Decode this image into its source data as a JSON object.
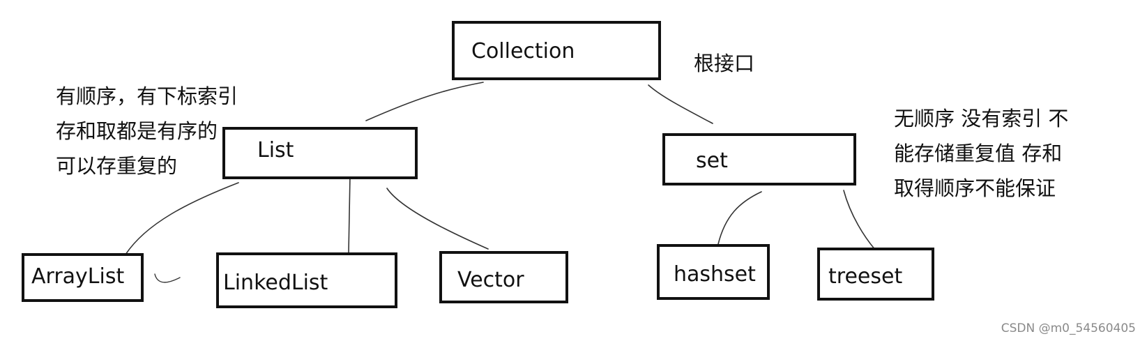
{
  "nodes": {
    "collection": "Collection",
    "list": "List",
    "set": "set",
    "arraylist": "ArrayList",
    "linkedlist": "LinkedList",
    "vector": "Vector",
    "hashset": "hashset",
    "treeset": "treeset"
  },
  "annotations": {
    "root": "根接口",
    "list_lines": [
      "有顺序，有下标索引",
      "存和取都是有序的",
      "可以存重复的"
    ],
    "set_lines": [
      "无顺序  没有索引  不",
      "能存储重复值  存和",
      "取得顺序不能保证"
    ]
  },
  "watermark": "CSDN @m0_54560405"
}
